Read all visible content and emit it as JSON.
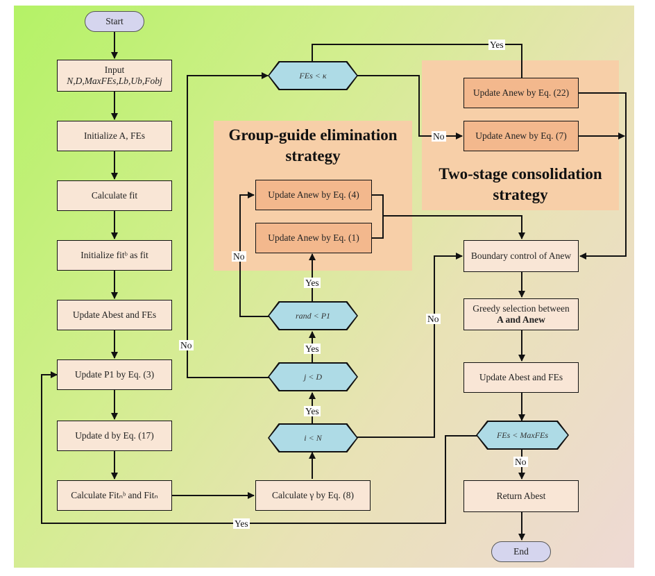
{
  "nodes": {
    "start": "Start",
    "input_line1": "Input",
    "input_line2": "N,D,MaxFEs,Lb,Ub,Fobj",
    "init_a": "Initialize A, FEs",
    "calc_fit": "Calculate fit",
    "init_fitb": "Initialize fitᵇ as fit",
    "update_abest": "Update Abest and FEs",
    "update_p1": "Update P1 by Eq. (3)",
    "update_d": "Update d by Eq. (17)",
    "calc_fitn": "Calculate Fitₙᵇ and Fitₙ",
    "calc_gamma": "Calculate γ by Eq. (8)",
    "i_lt_n": "i < N",
    "j_lt_d": "j < D",
    "rand_lt_p1": "rand < P1",
    "update_anew_eq4": "Update Anew by Eq. (4)",
    "update_anew_eq1": "Update Anew by Eq. (1)",
    "fes_lt_kappa": "FEs < κ",
    "update_anew_eq22": "Update Anew by Eq. (22)",
    "update_anew_eq7": "Update Anew by Eq. (7)",
    "boundary": "Boundary control of Anew",
    "greedy_line1": "Greedy selection between",
    "greedy_line2": "A and Anew",
    "update_abest2": "Update Abest and FEs",
    "fes_lt_maxfes": "FEs < MaxFEs",
    "return_abest": "Return Abest",
    "end": "End"
  },
  "regions": {
    "group_guide_title": "Group-guide elimination strategy",
    "two_stage_title": "Two-stage consolidation strategy"
  },
  "edge_labels": {
    "yes": "Yes",
    "no": "No"
  },
  "colors": {
    "process_box": "#f9e6d6",
    "strategy_box": "#f3b88d",
    "strategy_region": "#f7cfa8",
    "decision": "#aedbe6",
    "terminal": "#d5d5ee"
  }
}
